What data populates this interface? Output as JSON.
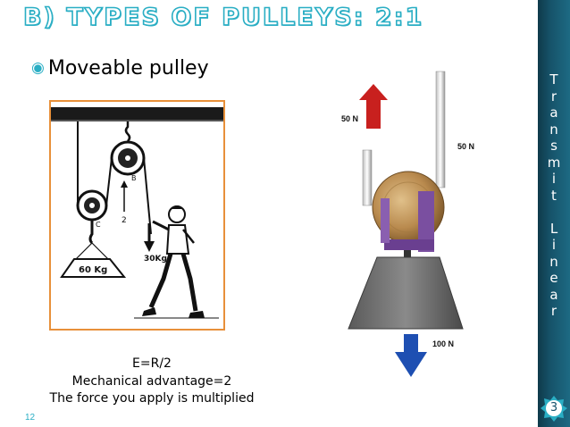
{
  "slide": {
    "title": "B) TYPES OF PULLEYS: 2:1",
    "bullet": "Moveable pulley",
    "caption": {
      "line1": "E=R/2",
      "line2": "Mechanical advantage=2",
      "line3": "The force you apply is multiplied"
    },
    "page_number": "12",
    "badge_number": "3",
    "sidebar_letters": [
      "T",
      "r",
      "a",
      "n",
      "s",
      "m",
      "i",
      "t",
      "",
      "L",
      "i",
      "n",
      "e",
      "a",
      "r"
    ]
  },
  "illustration": {
    "load_label": "60 Kg",
    "effort_label": "30Kg",
    "arrow_label": "2"
  },
  "render": {
    "left_force": "50 N",
    "right_force": "50 N",
    "down_force": "100 N"
  },
  "colors": {
    "accent": "#2aaec4",
    "sidebar": "#16536a",
    "up_arrow": "#c8201e",
    "down_arrow": "#1e4fb2",
    "wheel": "#c9a064",
    "bracket": "#7a4fa0",
    "load_block": "#707070"
  }
}
